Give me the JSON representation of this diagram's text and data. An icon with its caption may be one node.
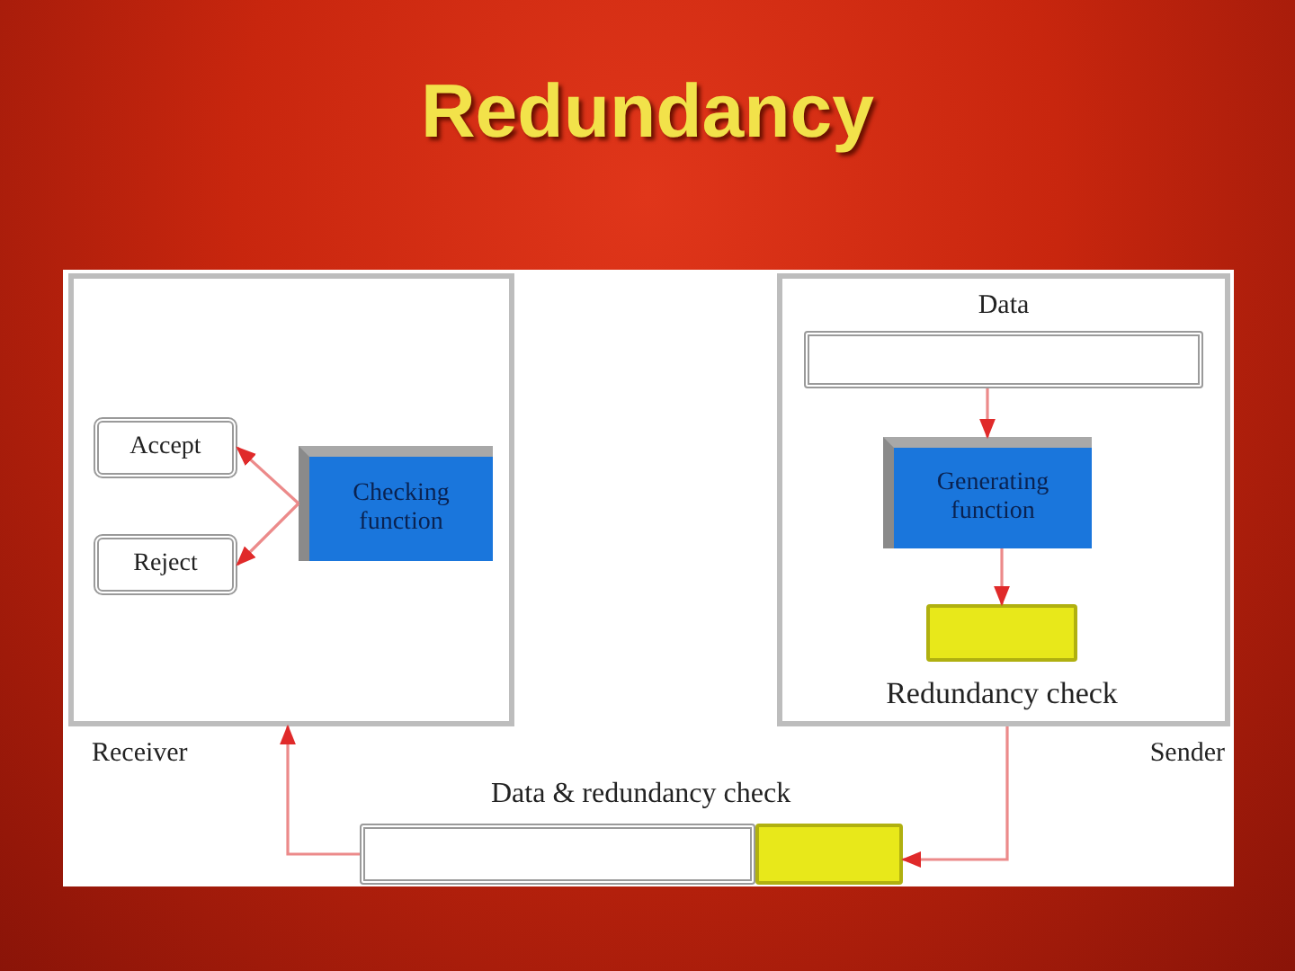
{
  "diagram": {
    "title": "Redundancy",
    "nodes": [
      {
        "text": [
          "Receiver"
        ]
      },
      {
        "text": [
          "Accept"
        ],
        "in": 0
      },
      {
        "text": [
          "Reject"
        ],
        "in": 0
      },
      {
        "text": [
          "Checking function"
        ],
        "in": 0
      },
      {
        "text": [
          "Sender"
        ]
      },
      {
        "text": [],
        "shape": "box",
        "in": 4,
        "beside": [
          "Data"
        ]
      },
      {
        "text": [
          "Generating function"
        ],
        "in": 4
      },
      {
        "text": [],
        "shape": "box",
        "in": 4,
        "beside": [
          "Redundancy check"
        ]
      },
      {
        "text": [],
        "shape": "box",
        "beside": [
          "Data & redundancy check"
        ]
      },
      {
        "text": [],
        "shape": "box"
      }
    ],
    "edges": [
      {
        "from": 3,
        "to": 1,
        "arrow": "to"
      },
      {
        "from": 3,
        "to": 2,
        "arrow": "to"
      },
      {
        "from": 5,
        "to": 6,
        "arrow": "to"
      },
      {
        "from": 6,
        "to": 7,
        "arrow": "to"
      },
      {
        "from": 4,
        "to": 9,
        "arrow": "to"
      },
      {
        "from": 8,
        "to": 0,
        "arrow": "to"
      }
    ]
  }
}
